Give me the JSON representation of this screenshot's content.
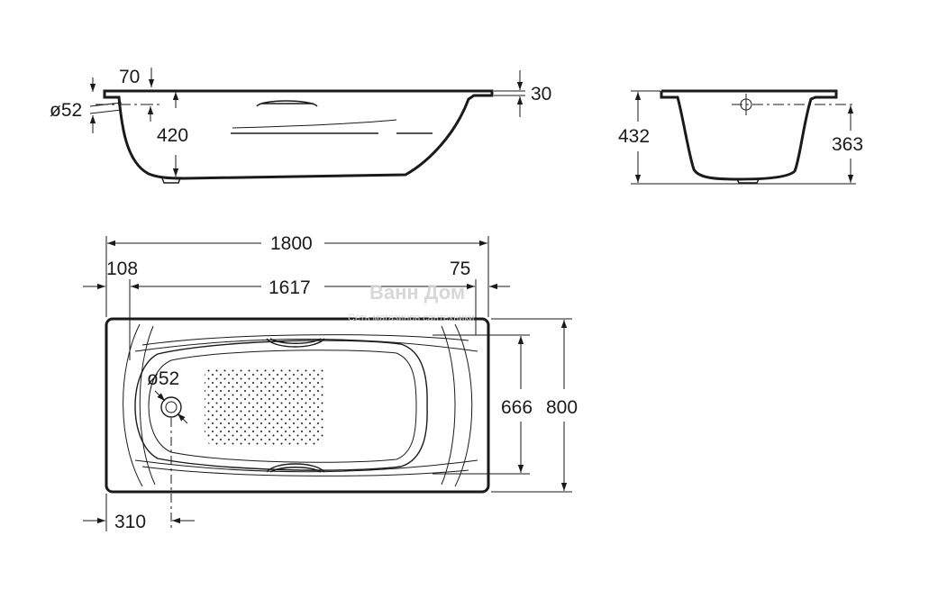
{
  "side_view": {
    "dim_70": "70",
    "dim_diameter_52": "ø52",
    "dim_420": "420",
    "dim_30": "30"
  },
  "end_view": {
    "dim_432": "432",
    "dim_363": "363"
  },
  "top_view": {
    "dim_1800": "1800",
    "dim_108": "108",
    "dim_1617": "1617",
    "dim_75": "75",
    "dim_diameter_52": "ø52",
    "dim_666": "666",
    "dim_800": "800",
    "dim_310": "310"
  },
  "watermark": {
    "brand": "Ванн Дом",
    "tagline": "Сеть магазинов сантехники"
  },
  "colors": {
    "ink": "#1a1a1a",
    "background": "#ffffff",
    "watermark": "#d4d4d4"
  }
}
